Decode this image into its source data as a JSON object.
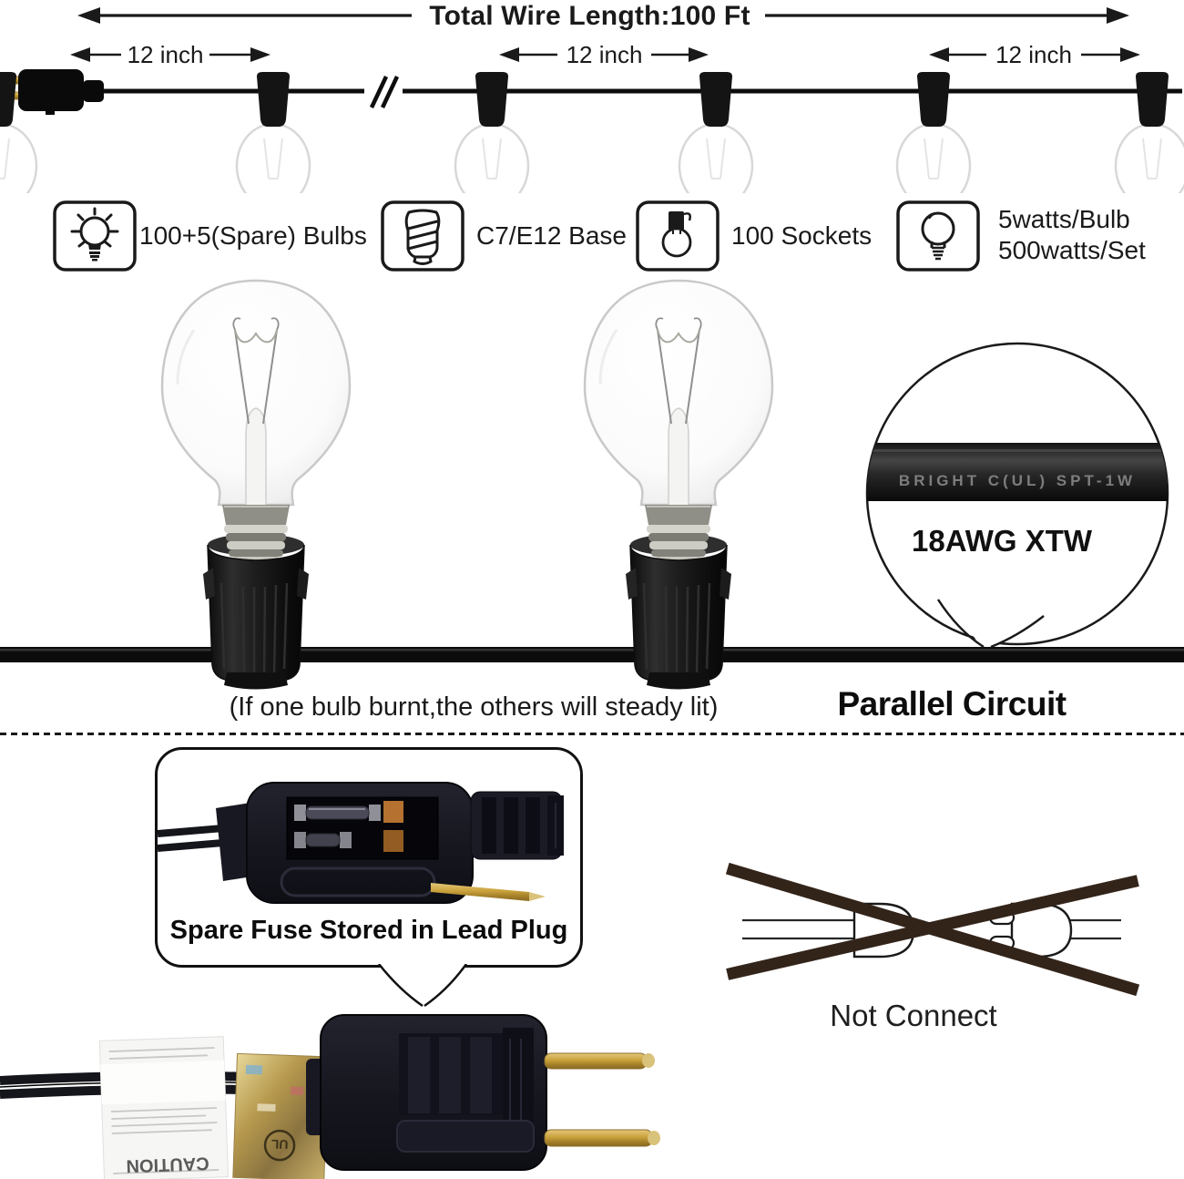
{
  "header": {
    "total_wire_length_label": "Total Wire Length:100 Ft",
    "spacing_labels": [
      "12 inch",
      "12 inch",
      "12 inch"
    ]
  },
  "features": [
    {
      "icon": "glowing-bulb-icon",
      "label": "100+5(Spare) Bulbs"
    },
    {
      "icon": "screw-base-icon",
      "label": "C7/E12 Base"
    },
    {
      "icon": "socket-with-bulb-icon",
      "label": "100 Sockets"
    },
    {
      "icon": "bulb-outline-icon",
      "label_line1": "5watts/Bulb",
      "label_line2": "500watts/Set"
    }
  ],
  "wire_callout": {
    "wire_print": "BRIGHT  C(UL)  SPT-1W",
    "wire_spec": "18AWG XTW"
  },
  "middle": {
    "caption": "(If one bulb burnt,the others will steady lit)",
    "circuit_label": "Parallel Circuit"
  },
  "bottom": {
    "fuse_note": "Spare Fuse Stored in Lead Plug",
    "not_connect_label": "Not Connect",
    "hang_tag_text": "CAUTION",
    "ul_mark": "UL"
  },
  "colors": {
    "ink": "#1a1a1a",
    "prong_gold": "#c9a23c",
    "cross_mark_brown": "#33241a",
    "wire_black": "#0d0d0d"
  }
}
